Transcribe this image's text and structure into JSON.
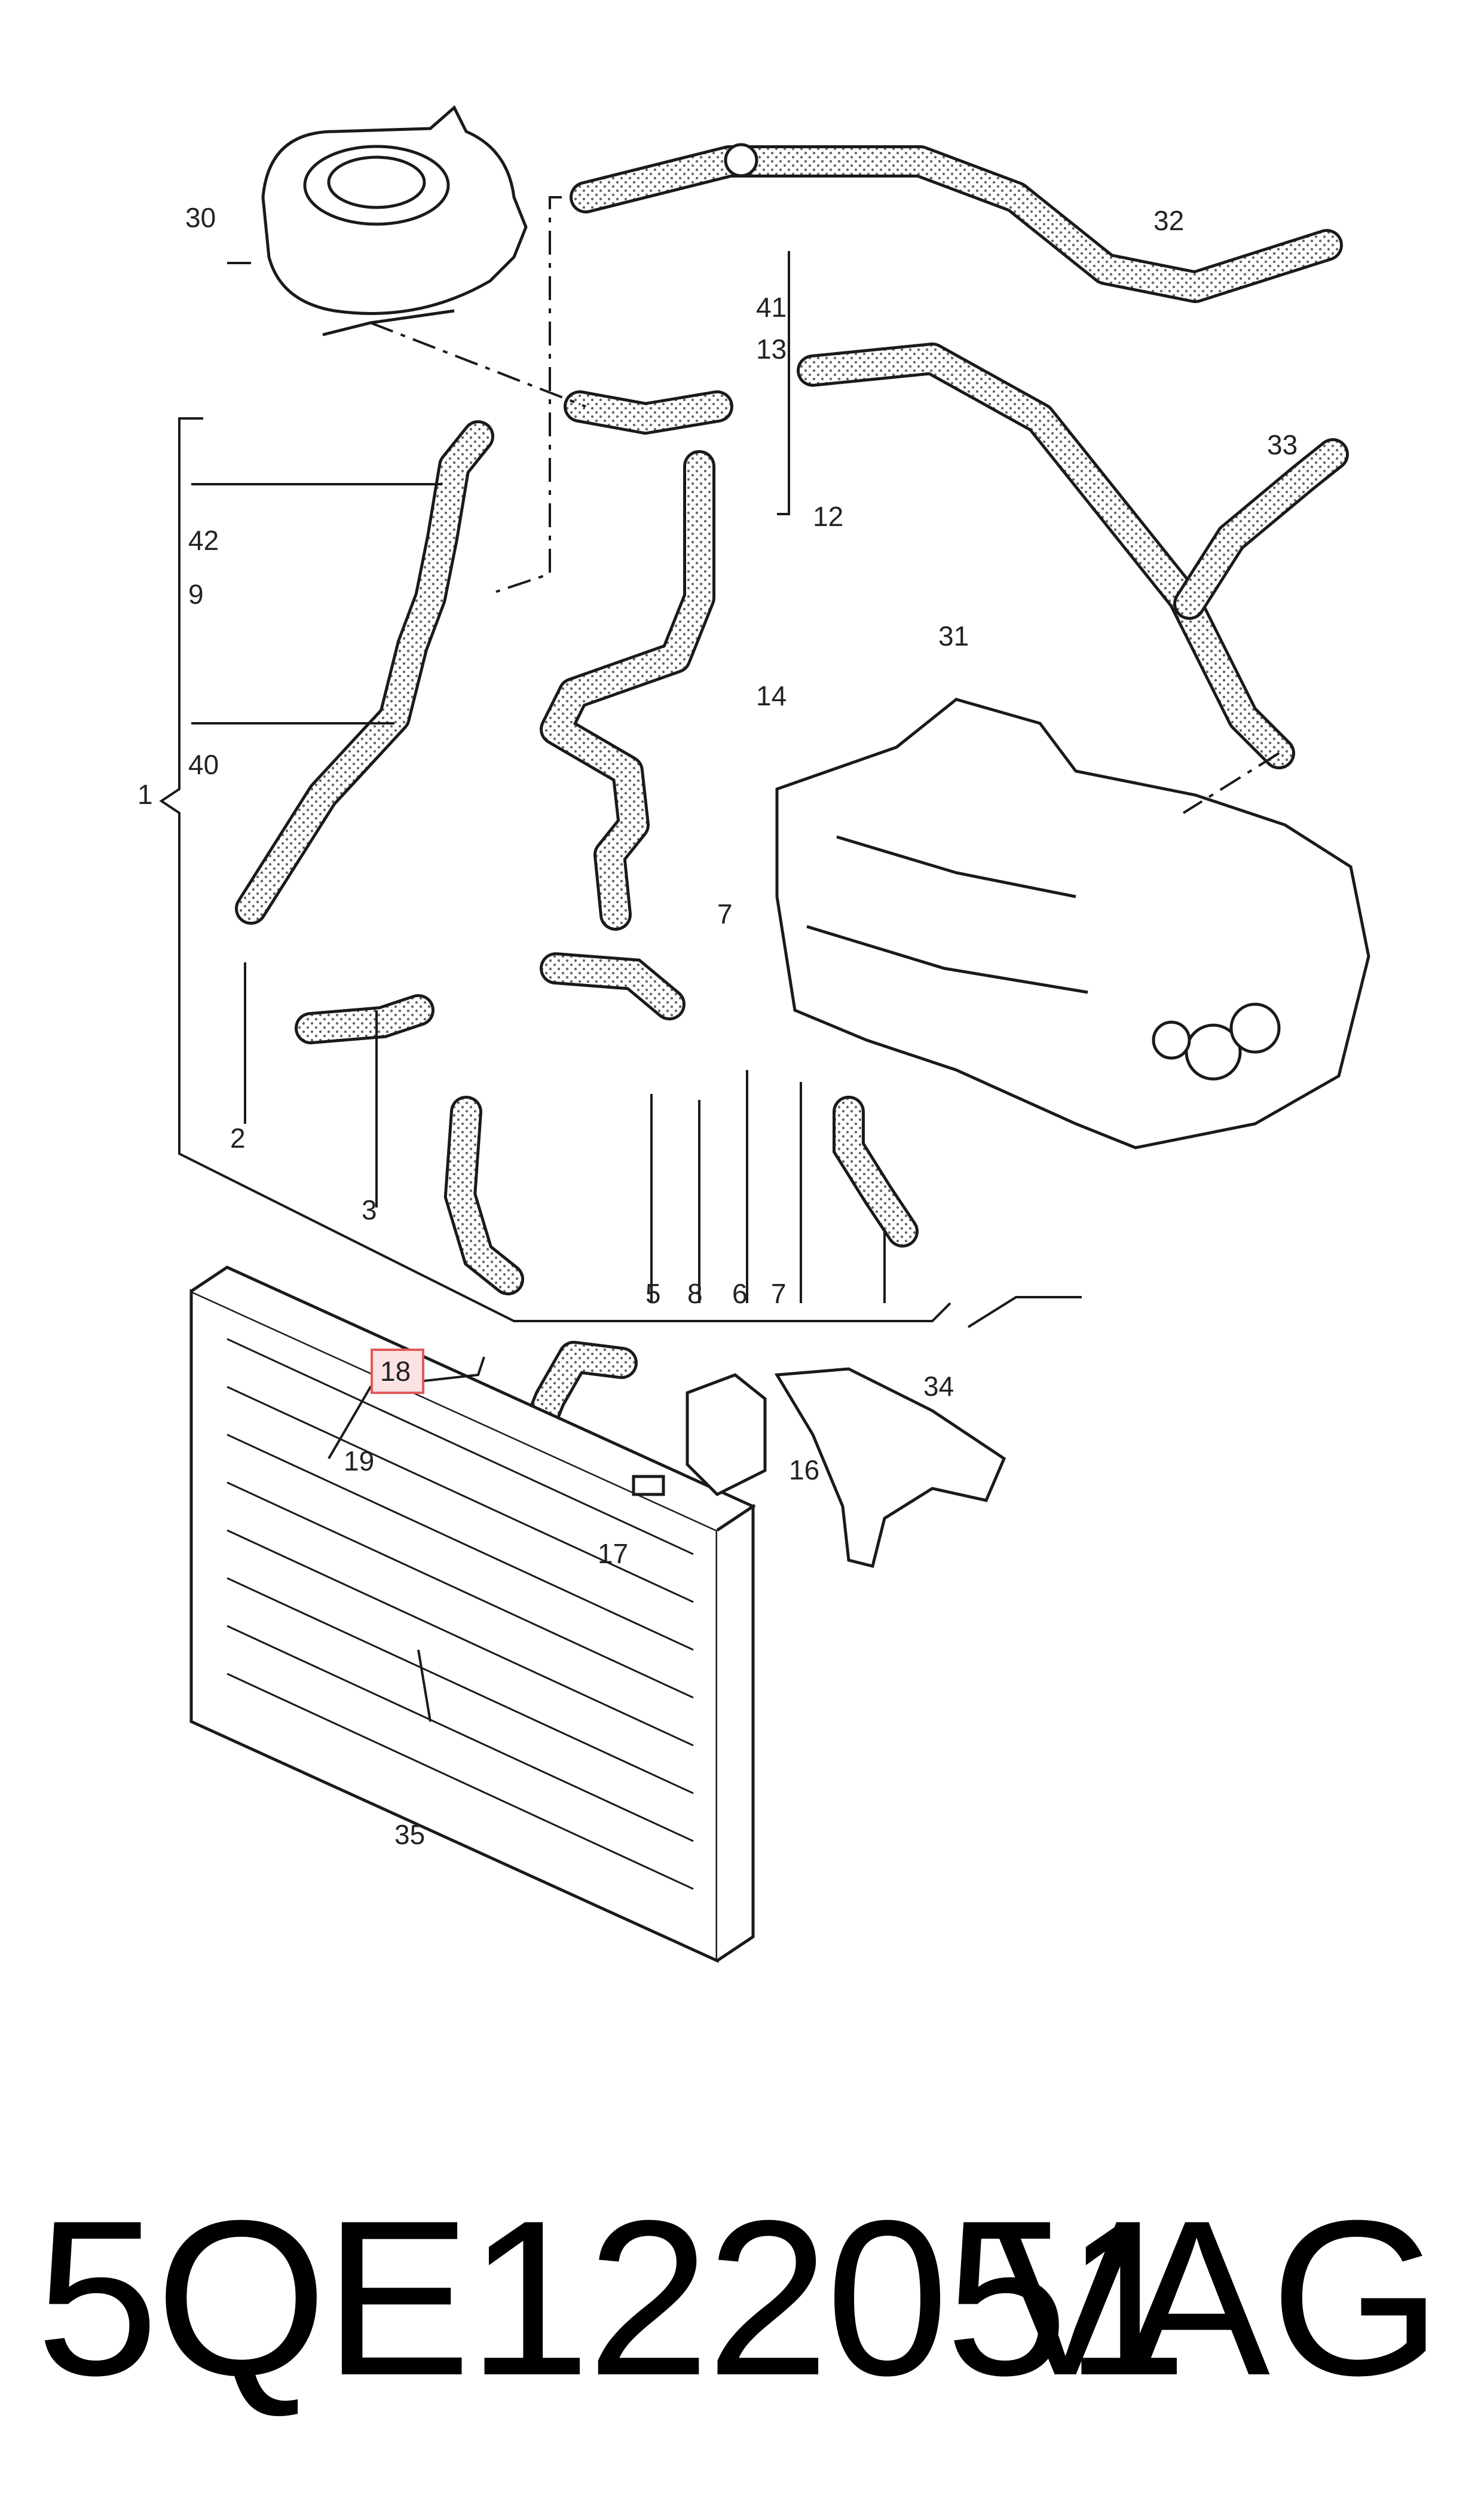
{
  "callouts": {
    "c1": "1",
    "c2": "2",
    "c3": "3",
    "c5": "5",
    "c6": "6",
    "c7a": "7",
    "c7b": "7",
    "c8": "8",
    "c9": "9",
    "c12": "12",
    "c13": "13",
    "c14": "14",
    "c16": "16",
    "c17": "17",
    "c18": "18",
    "c19": "19",
    "c30": "30",
    "c31": "31",
    "c32": "32",
    "c33": "33",
    "c34": "34",
    "c35": "35",
    "c40": "40",
    "c41": "41",
    "c42": "42"
  },
  "footer": {
    "part_number": "5QE122051",
    "brand": "VAG"
  },
  "colors": {
    "highlight": "#e05a5a",
    "line": "#1a1a1a",
    "hose_dots": "#666666"
  }
}
